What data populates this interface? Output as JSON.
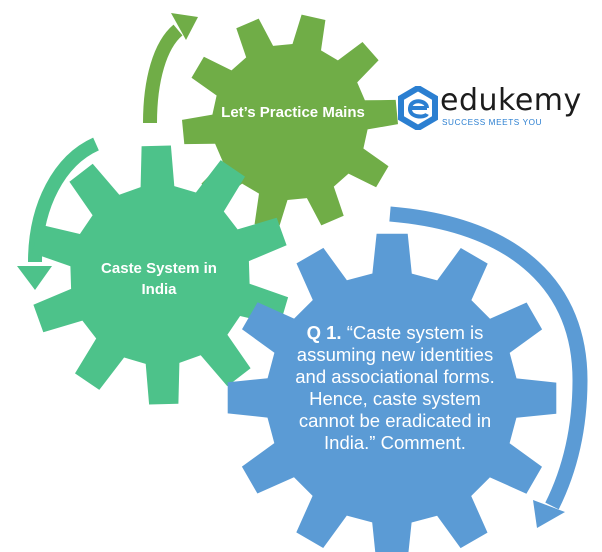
{
  "gears": [
    {
      "id": "practice",
      "label": "Let’s Practice Mains",
      "color": "#70ad47"
    },
    {
      "id": "caste",
      "label": "Caste System in India",
      "color": "#4dc28a"
    },
    {
      "id": "question",
      "label": "",
      "color": "#5b9bd5"
    }
  ],
  "question": {
    "number": "Q 1.",
    "text": "“Caste system is assuming new identities and associational forms. Hence, caste system cannot be eradicated in India.” Comment."
  },
  "logo": {
    "wordmark": "edukemy",
    "tagline": "SUCCESS MEETS YOU",
    "icon": "hexagon-e-logo-icon",
    "color": "#2b7fd1"
  },
  "arrows": [
    {
      "name": "arrow-to-practice",
      "color": "#70ad47"
    },
    {
      "name": "arrow-to-caste",
      "color": "#4dc28a"
    },
    {
      "name": "arrow-to-question",
      "color": "#5b9bd5"
    }
  ]
}
